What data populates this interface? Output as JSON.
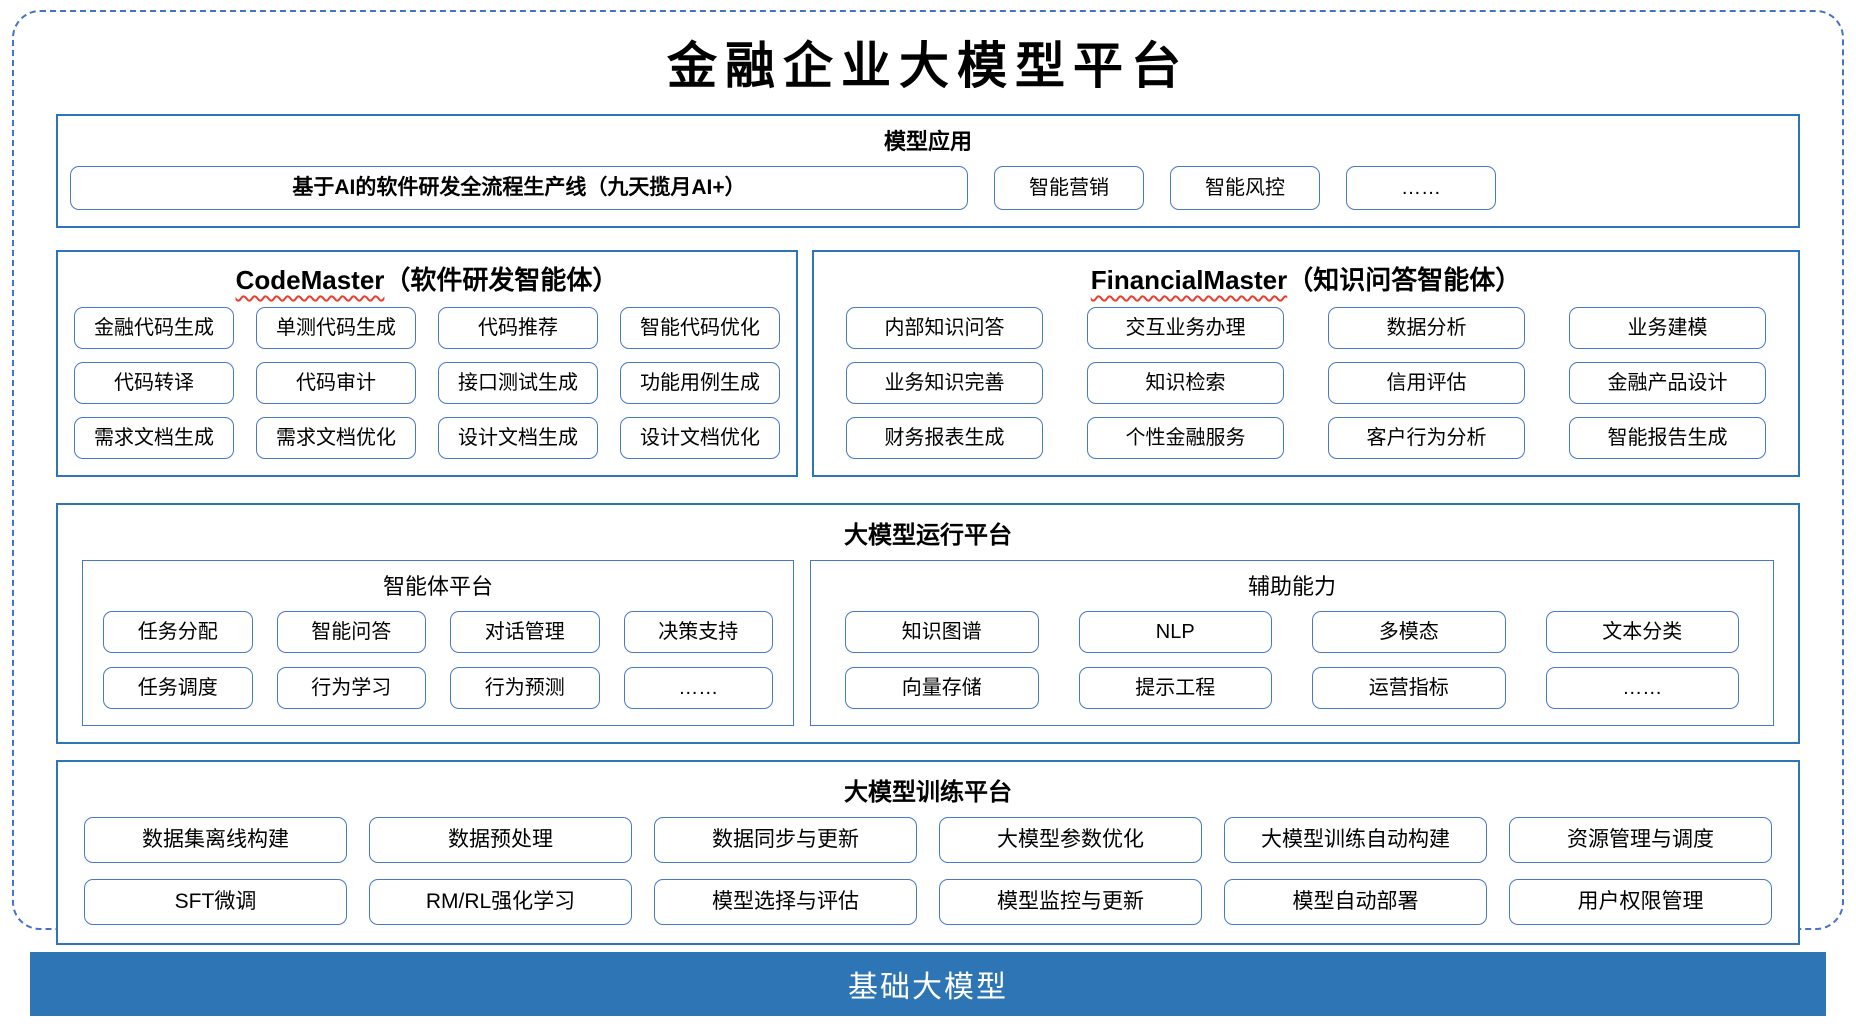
{
  "title": "金融企业大模型平台",
  "colors": {
    "section_border": "#2E75B6",
    "item_border": "#4679C8",
    "outer_dashed_border": "#4472C4",
    "foundation_bar": "#2E75B6",
    "spellcheck_squiggle": "#E8402D"
  },
  "model_app": {
    "header": "模型应用",
    "pipeline_label": "基于AI的软件研发全流程生产线（九天揽月AI+）",
    "items": [
      "智能营销",
      "智能风控",
      "……"
    ]
  },
  "code_master": {
    "title_en": "CodeMaster",
    "title_suffix": "（软件研发智能体）",
    "items": [
      "金融代码生成",
      "单测代码生成",
      "代码推荐",
      "智能代码优化",
      "代码转译",
      "代码审计",
      "接口测试生成",
      "功能用例生成",
      "需求文档生成",
      "需求文档优化",
      "设计文档生成",
      "设计文档优化"
    ]
  },
  "financial_master": {
    "title_en": "FinancialMaster",
    "title_suffix": "（知识问答智能体）",
    "items": [
      "内部知识问答",
      "交互业务办理",
      "数据分析",
      "业务建模",
      "业务知识完善",
      "知识检索",
      "信用评估",
      "金融产品设计",
      "财务报表生成",
      "个性金融服务",
      "客户行为分析",
      "智能报告生成"
    ]
  },
  "runtime_platform": {
    "header": "大模型运行平台",
    "agent_platform": {
      "header": "智能体平台",
      "items": [
        "任务分配",
        "智能问答",
        "对话管理",
        "决策支持",
        "任务调度",
        "行为学习",
        "行为预测",
        "……"
      ]
    },
    "aux_capabilities": {
      "header": "辅助能力",
      "items": [
        "知识图谱",
        "NLP",
        "多模态",
        "文本分类",
        "向量存储",
        "提示工程",
        "运营指标",
        "……"
      ]
    }
  },
  "training_platform": {
    "header": "大模型训练平台",
    "items": [
      "数据集离线构建",
      "数据预处理",
      "数据同步与更新",
      "大模型参数优化",
      "大模型训练自动构建",
      "资源管理与调度",
      "SFT微调",
      "RM/RL强化学习",
      "模型选择与评估",
      "模型监控与更新",
      "模型自动部署",
      "用户权限管理"
    ]
  },
  "foundation": {
    "label": "基础大模型"
  }
}
